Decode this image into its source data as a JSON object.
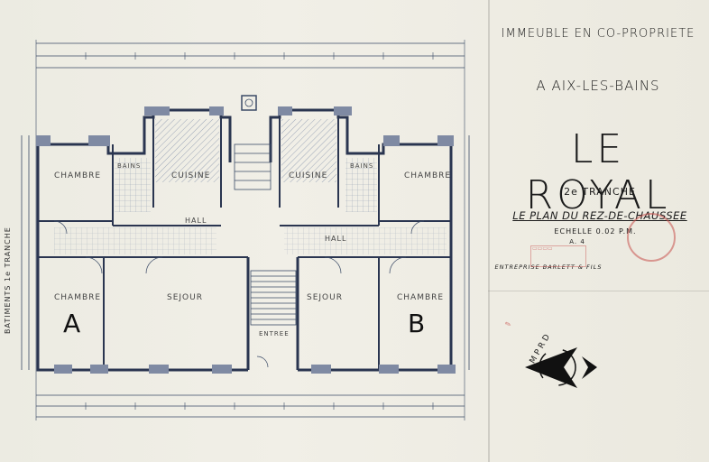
{
  "title_block": {
    "line1": "IMMEUBLE EN CO-PROPRIETE",
    "line2": "A AIX-LES-BAINS",
    "name": "LE ROYAL",
    "tranche": "2e TRANCHE",
    "plan": "LE PLAN DU REZ-DE-CHAUSSEE",
    "scale": "ECHELLE 0.02 P.M.",
    "sheet_ref": "A. 4",
    "firm": "ENTREPRISE BARLETT & FILS"
  },
  "side_label": {
    "left": "BATIMENTS 1e TRANCHE"
  },
  "apartments": {
    "a": "A",
    "b": "B"
  },
  "rooms": {
    "chambre_a_top": "CHAMBRE",
    "cuisine_a": "CUISINE",
    "bains_a": "BAINS",
    "hall_a": "HALL",
    "chambre_a_bottom": "CHAMBRE",
    "sejour_a": "SEJOUR",
    "cuisine_b": "CUISINE",
    "bains_b": "BAINS",
    "chambre_b_top": "CHAMBRE",
    "hall_b": "HALL",
    "sejour_b": "SEJOUR",
    "chambre_b_bottom": "CHAMBRE",
    "entree": "ENTREE"
  },
  "logo": {
    "letters": "MPRD"
  },
  "colors": {
    "ink": "#1b1b1b",
    "line": "#3a4a66",
    "stamp": "#c8504d",
    "paper": "#ecebe2"
  }
}
